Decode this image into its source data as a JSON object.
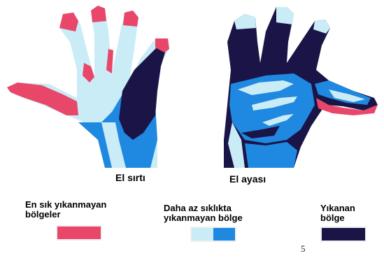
{
  "captions": {
    "back": "El sırtı",
    "palm": "El ayası"
  },
  "legend": [
    {
      "text_line1": "En sık yıkanmayan",
      "text_line2": "bölgeler",
      "colors": [
        "#e8476a"
      ]
    },
    {
      "text_line1": "Daha az sıklıkta",
      "text_line2": "yıkanmayan bölge",
      "colors": [
        "#c9ecf7",
        "#1f88e0"
      ]
    },
    {
      "text_line1": "Yıkanan",
      "text_line2": "bölge",
      "colors": [
        "#1a1447"
      ]
    }
  ],
  "page_number": "5",
  "palette": {
    "red": "#e8476a",
    "light_blue": "#c9ecf7",
    "mid_blue": "#1f88e0",
    "dark_navy": "#1a1447"
  }
}
